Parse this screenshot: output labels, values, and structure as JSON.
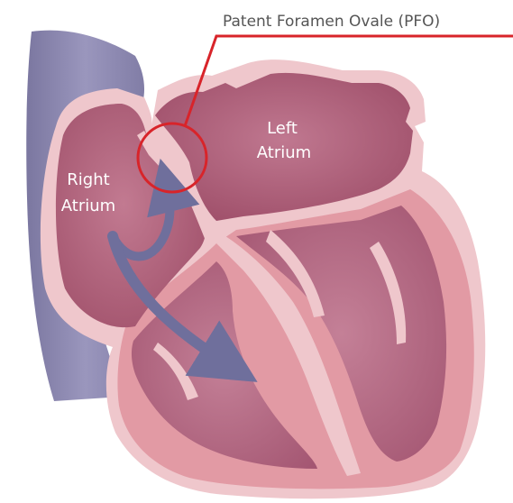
{
  "callout": {
    "label": "Patent Foramen Ovale (PFO)",
    "color": "#d8242a"
  },
  "chambers": {
    "right_atrium": [
      "Right",
      "Atrium"
    ],
    "left_atrium": [
      "Left",
      "Atrium"
    ]
  },
  "colors": {
    "vena_cava": "#8a86ad",
    "vena_cava_light": "#a8a4c6",
    "heart_outline": "#efc7cc",
    "heart_wall": "#e29aa4",
    "chamber_dark": "#a2536c",
    "chamber_mid": "#b96a82",
    "arrow": "#6f6f9c"
  }
}
